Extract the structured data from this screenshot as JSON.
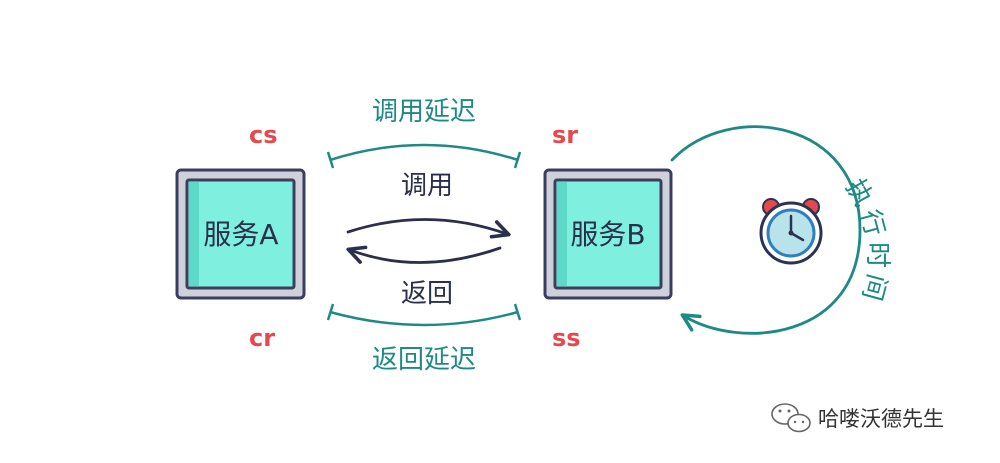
{
  "service_a": {
    "label": "服务A"
  },
  "service_b": {
    "label": "服务B"
  },
  "markers": {
    "cs": "cs",
    "sr": "sr",
    "cr": "cr",
    "ss": "ss"
  },
  "arrows": {
    "call": "调用",
    "return": "返回"
  },
  "latency": {
    "call": "调用延迟",
    "return": "返回延迟"
  },
  "execution": {
    "label": "执行时间",
    "chars": [
      "执",
      "行",
      "时",
      "间"
    ]
  },
  "watermark": {
    "text": "哈喽沃德先生"
  },
  "colors": {
    "box_fill": "#7ff0e0",
    "box_border": "#3b3f5c",
    "box_frame": "#cfd0db",
    "accent_teal": "#1f8a84",
    "accent_red": "#e5484d",
    "text_dark": "#2a2f4a",
    "clock_face": "#b9e3ea",
    "clock_rim": "#2b3350"
  },
  "icons": {
    "clock": "alarm-clock-icon",
    "watermark": "wechat-icon"
  }
}
